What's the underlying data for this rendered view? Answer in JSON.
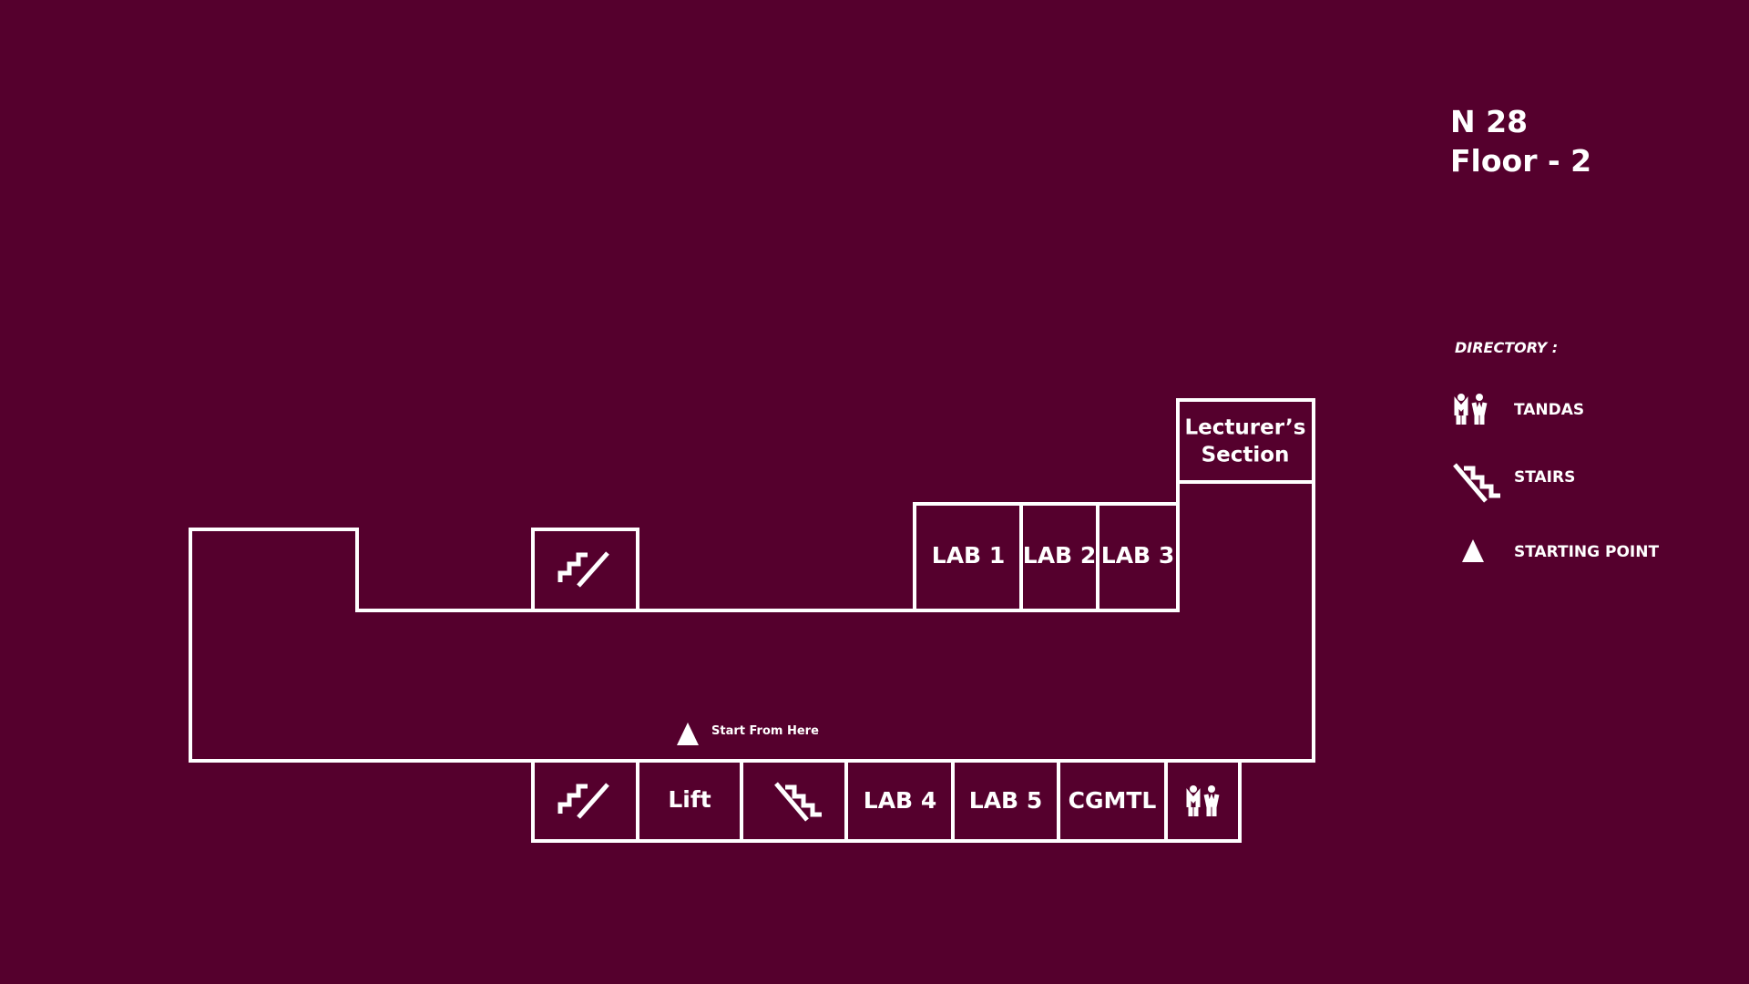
{
  "header": {
    "building": "N 28",
    "floor": "Floor - 2"
  },
  "directory": {
    "heading": "DIRECTORY :",
    "items": [
      {
        "icon": "toilet-icon",
        "label": "TANDAS"
      },
      {
        "icon": "stairs-down-icon",
        "label": "STAIRS"
      },
      {
        "icon": "triangle-icon",
        "label": "STARTING POINT"
      }
    ]
  },
  "rooms": {
    "lab1": "LAB 1",
    "lab2": "LAB 2",
    "lab3": "LAB 3",
    "lecturer_line1": "Lecturer’s",
    "lecturer_line2": "Section",
    "lift": "Lift",
    "lab4": "LAB 4",
    "lab5": "LAB 5",
    "cgmtl": "CGMTL"
  },
  "start": {
    "label": "Start From Here"
  },
  "colors": {
    "background": "#55002d",
    "lines": "#ffffff"
  }
}
